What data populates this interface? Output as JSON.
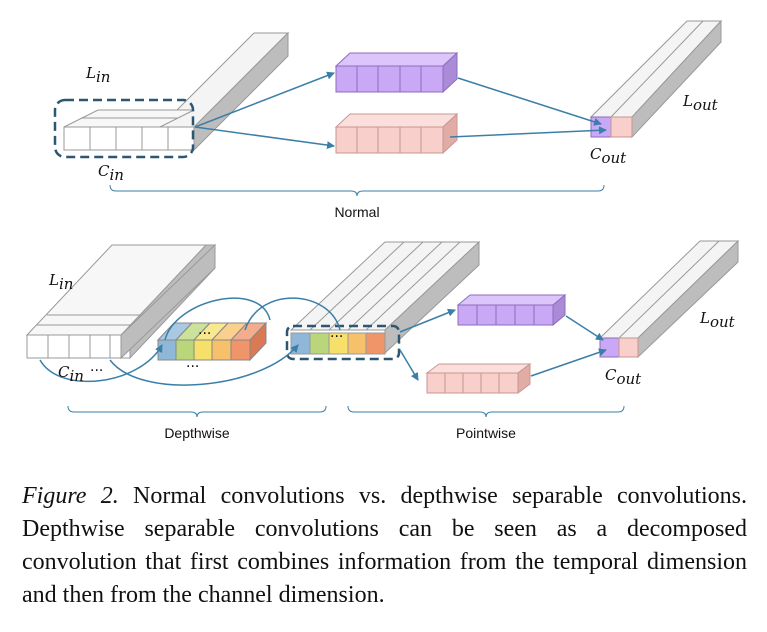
{
  "top": {
    "l_in": "L",
    "l_in_sub": "in",
    "c_in": "C",
    "c_in_sub": "in",
    "l_out": "L",
    "l_out_sub": "out",
    "c_out": "C",
    "c_out_sub": "out",
    "section_label": "Normal"
  },
  "bottom": {
    "l_in": "L",
    "l_in_sub": "in",
    "c_in": "C",
    "c_in_sub": "in",
    "l_out": "L",
    "l_out_sub": "out",
    "c_out": "C",
    "c_out_sub": "out",
    "dots": "···",
    "depthwise_label": "Depthwise",
    "pointwise_label": "Pointwise"
  },
  "caption": {
    "figure_label": "Figure 2.",
    "text": "Normal convolutions vs.  depthwise separable convolutions. Depthwise separable convolutions can be seen as a decomposed convolution that first combines information from the temporal dimension and then from the channel dimension."
  },
  "colors": {
    "purple": "#c9a8f5",
    "pink": "#f8cfcb",
    "arrow": "#3b7fa8",
    "dashed": "#2d5672",
    "rainbow": [
      "#8fb8d8",
      "#b9d77a",
      "#f7e06a",
      "#f7c06a",
      "#f0956a"
    ]
  }
}
